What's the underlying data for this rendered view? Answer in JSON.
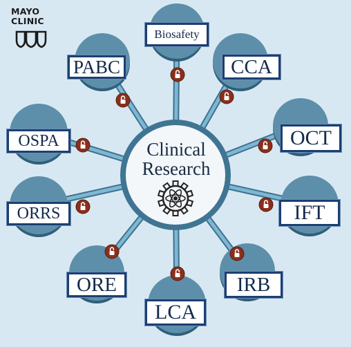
{
  "logo": {
    "line1": "MAYO",
    "line2": "CLINIC",
    "icon": "mayo-shields-icon"
  },
  "center": {
    "line1": "Clinical",
    "line2": "Research",
    "icon": "atom-gear-icon"
  },
  "nodes": [
    {
      "id": "biosafety",
      "label": "Biosafety"
    },
    {
      "id": "cca",
      "label": "CCA"
    },
    {
      "id": "oct",
      "label": "OCT"
    },
    {
      "id": "ift",
      "label": "IFT"
    },
    {
      "id": "irb",
      "label": "IRB"
    },
    {
      "id": "lca",
      "label": "LCA"
    },
    {
      "id": "ore",
      "label": "ORE"
    },
    {
      "id": "orrs",
      "label": "ORRS"
    },
    {
      "id": "ospa",
      "label": "OSPA"
    },
    {
      "id": "pabc",
      "label": "PABC"
    }
  ],
  "colors": {
    "background": "#d8e8f2",
    "hub": "#f3f7fa",
    "hub_ring": "#3f7592",
    "spoke_light": "#7fb6d2",
    "spoke_dark": "#3c7390",
    "bubble": "#5d8faa",
    "bubble_dark": "#2f5f7a",
    "label_border": "#1b3f72",
    "lock_dot": "#8a2f1c"
  }
}
